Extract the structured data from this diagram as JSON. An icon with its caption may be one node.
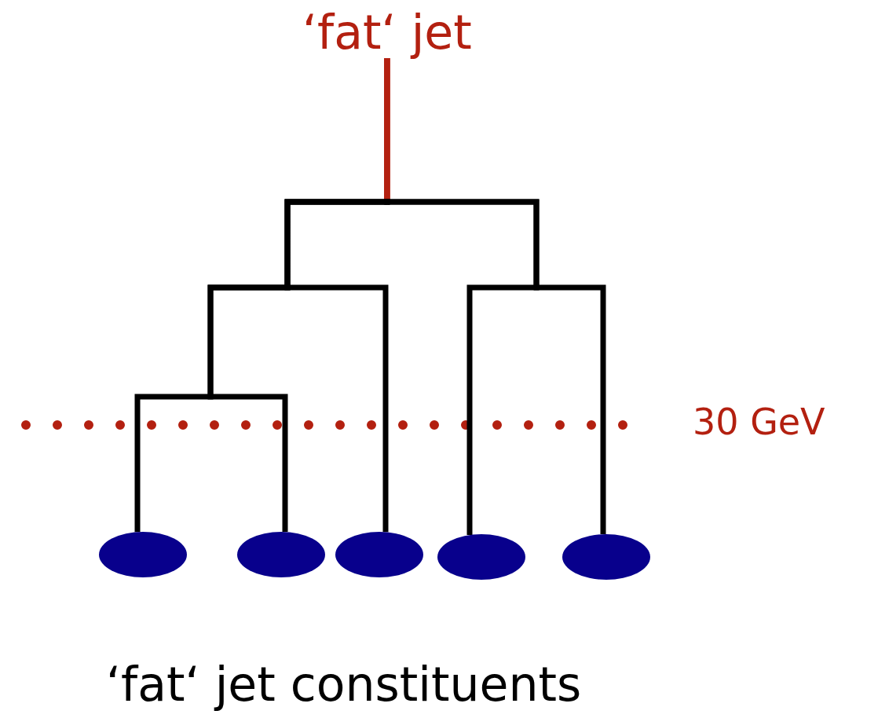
{
  "diagram": {
    "nodes": [
      {
        "text": [
          "‘fat‘ jet"
        ]
      },
      {
        "text": [],
        "shape": "ellipse"
      },
      {
        "text": [],
        "shape": "ellipse"
      },
      {
        "text": [],
        "shape": "ellipse"
      },
      {
        "text": [],
        "shape": "ellipse"
      },
      {
        "text": [],
        "shape": "ellipse"
      }
    ],
    "edges": [
      {
        "from": 0,
        "to": 1,
        "arrow": "none"
      },
      {
        "from": 0,
        "to": 2,
        "arrow": "none"
      },
      {
        "from": 0,
        "to": 3,
        "arrow": "none"
      },
      {
        "from": 0,
        "to": 4,
        "arrow": "none"
      },
      {
        "from": 0,
        "to": 5,
        "arrow": "none"
      }
    ],
    "labels": [
      "30 GeV",
      "‘fat‘ jet constituents"
    ]
  }
}
